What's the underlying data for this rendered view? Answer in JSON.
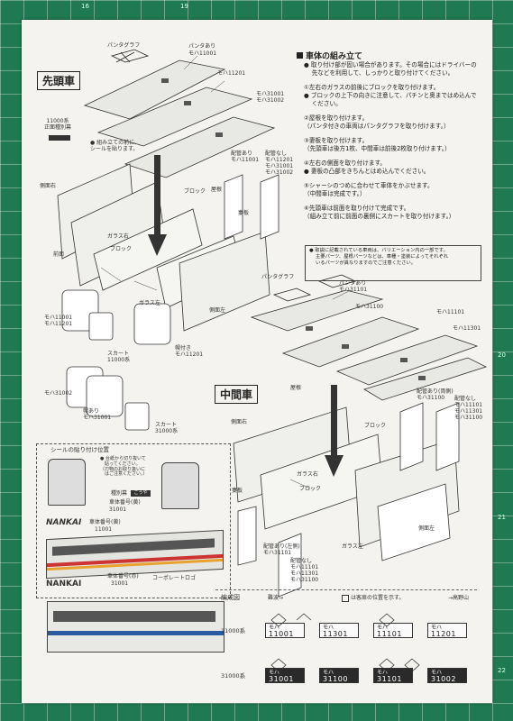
{
  "sections": {
    "lead_car": "先頭車",
    "middle_car": "中間車"
  },
  "assembly": {
    "heading": "車体の組み立て",
    "steps": [
      "● 取り付け部が固い場合があります。その場合にはドライバーの",
      "　 先などを利用して、しっかりと取り付けてください。",
      "①左右のガラスの前後にブロックを取り付けます。",
      "● ブロックの上下の向きに注意して、パチンと奥まではめ込んで",
      "　 ください。",
      "②屋根を取り付けます。",
      "（パンタ付きの車両はパンタグラフを取り付けます。）",
      "③妻板を取り付けます。",
      "（先頭車は後方1枚、中間車は前後2枚取り付けます。）",
      "④左右の側面を取り付けます。",
      "● 妻板の凸部をきちんとはめ込んでください。",
      "⑤シャーシのつめに合わせて車体をかぶせます。",
      "（中間車は完成です。）",
      "⑥先頭車は前面を取り付けて完成です。",
      "（組み立て前に前面の裏側にスカートを取り付けます。）"
    ],
    "note": [
      "● 取説に記載されている車両は、バリエーション内の一部です。",
      "　 主要パーツ、屋根パーツなどは、車種・塗装によってそれぞれ",
      "　 いるパーツが異なりますのでご注意ください。"
    ]
  },
  "lead_labels": {
    "pantograph": "パンタグラフ",
    "panta_with": "パンタあり",
    "moha11001": "モハ11001",
    "moha11201": "モハ11201",
    "moha31001_31002": "モハ31001\nモハ31002",
    "sign_11000": "11000系\n正面種別幕",
    "sticker_note": "● 組み立ての前に、\nシールを貼ります。",
    "roof": "屋根",
    "pipe_with": "配管あり\nモハ11001",
    "pipe_without": "配管なし\nモハ11201\nモハ31001\nモハ31002",
    "side_right": "側面右",
    "block": "ブロック",
    "end_plate": "妻板",
    "glass_right": "ガラス右",
    "glass_left": "ガラス左",
    "front": "前面",
    "side_left": "側面左",
    "moha_front_a": "モハ11001\nモハ11201",
    "skirt_11000": "スカート\n11000系",
    "lamp_yes": "幌付き\nモハ11201",
    "moha31002": "モハ31002",
    "lamp_b": "幌あり\nモハ31001",
    "skirt_31000": "スカート\n31000系"
  },
  "middle_labels": {
    "pantograph": "パンタグラフ",
    "panta_with": "パンタあり\nモハ31101",
    "moha31100": "モハ31100",
    "moha11101": "モハ11101",
    "moha11301": "モハ11301",
    "roof": "屋根",
    "pipe_both": "配管あり(両側)\nモハ31100",
    "pipe_none": "配管なし\nモハ11101\nモハ11301\nモハ31100",
    "side_right": "側面右",
    "block": "ブロック",
    "glass_right": "ガラス右",
    "end_plate": "妻板",
    "glass_left": "ガラス左",
    "side_left": "側面左",
    "pipe_left": "配管あり(左側)\nモハ31101",
    "pipe_none2": "配管なし\nモハ11101\nモハ11301\nモハ31100"
  },
  "sticker": {
    "title": "シールの貼り付け位置",
    "note": "● 台紙から切り抜いて\n　貼ってください。\n（刃物のお取り扱いに\n　はご注意ください。）",
    "type_sign": "種別幕",
    "car_number_yellow": "車体番号(黄)",
    "car_number_blue": "車体番号(黄)",
    "num_11001": "11001",
    "num_31001": "31001",
    "nankai": "NANKAI",
    "car_number_red": "車体番号(赤)",
    "corp_logo": "コーポレートロゴ",
    "num_31001b": "31001",
    "destination": "こうや"
  },
  "formation": {
    "title": "編成図",
    "legend": "は客扉の位置を示す。",
    "left_dir": "難波→",
    "right_dir": "→高野山",
    "series_11000": "11000系",
    "series_31000": "31000系",
    "cars_11000": [
      "11001",
      "11301",
      "11101",
      "11201"
    ],
    "cars_31000": [
      "31001",
      "31100",
      "31101",
      "31002"
    ],
    "prefix": "モハ"
  },
  "edge_numbers": [
    "16",
    "19",
    "20",
    "21",
    "22"
  ]
}
